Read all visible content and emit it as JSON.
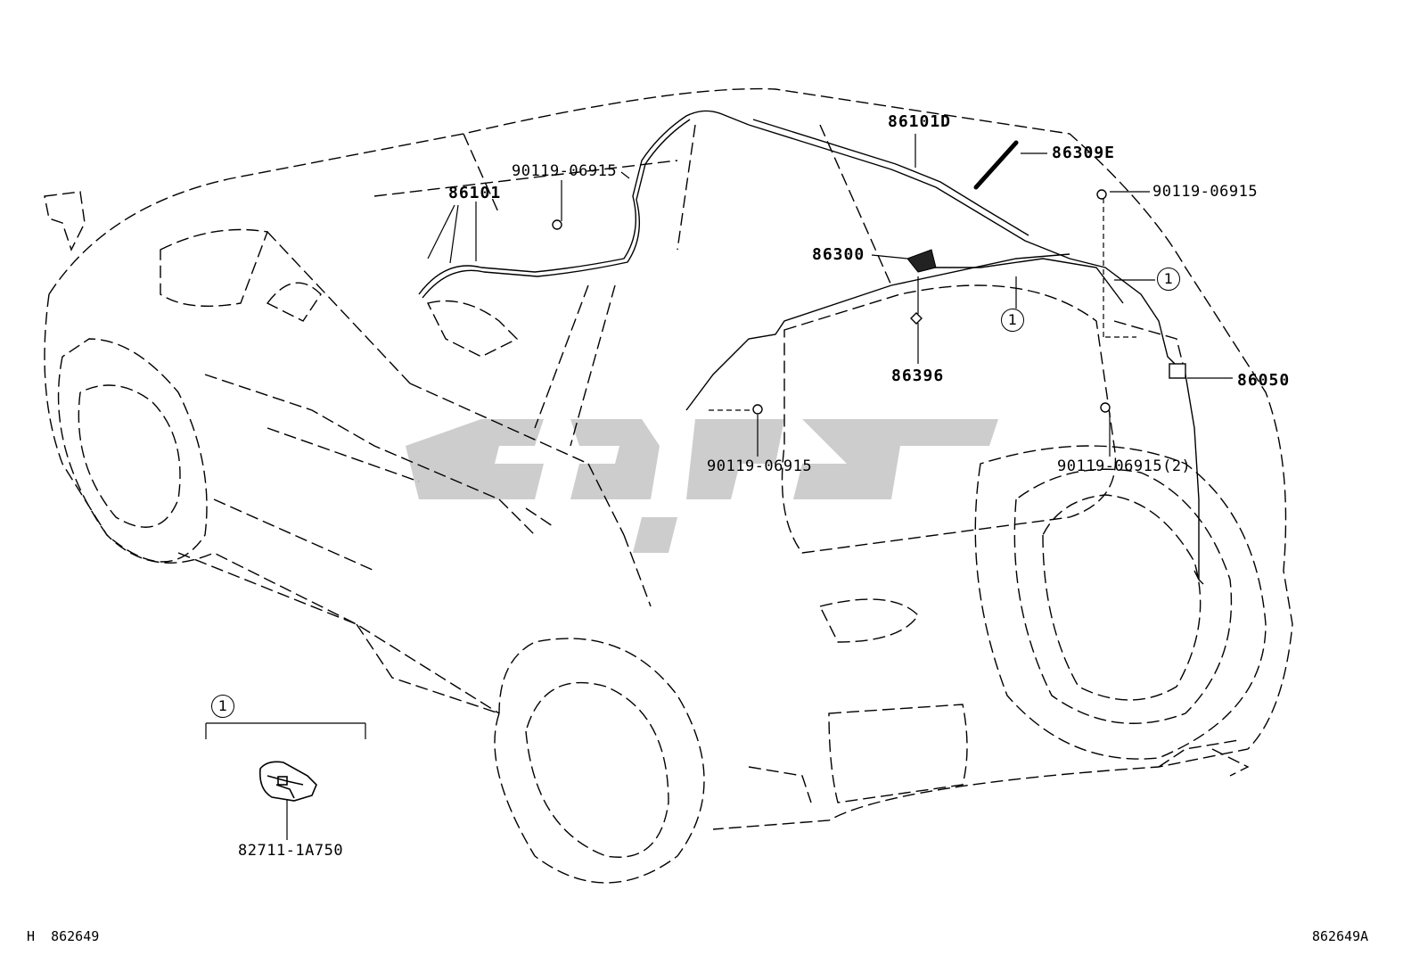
{
  "diagram": {
    "part_labels": {
      "p86101D": "86101D",
      "p86309E": "86309E",
      "p86101": "86101",
      "p86300": "86300",
      "p86396": "86396",
      "p86050": "86050",
      "bolt_a": "90119-06915",
      "bolt_b": "90119-06915",
      "bolt_c": "90119-06915",
      "bolt_d": "90119-06915(2)",
      "connector": "82711-1A750"
    },
    "callout_symbol": "1",
    "footer": {
      "left": "H  862649",
      "right": "862649A"
    },
    "watermark_color": "#c8c8c8",
    "line_color": "#000000"
  }
}
